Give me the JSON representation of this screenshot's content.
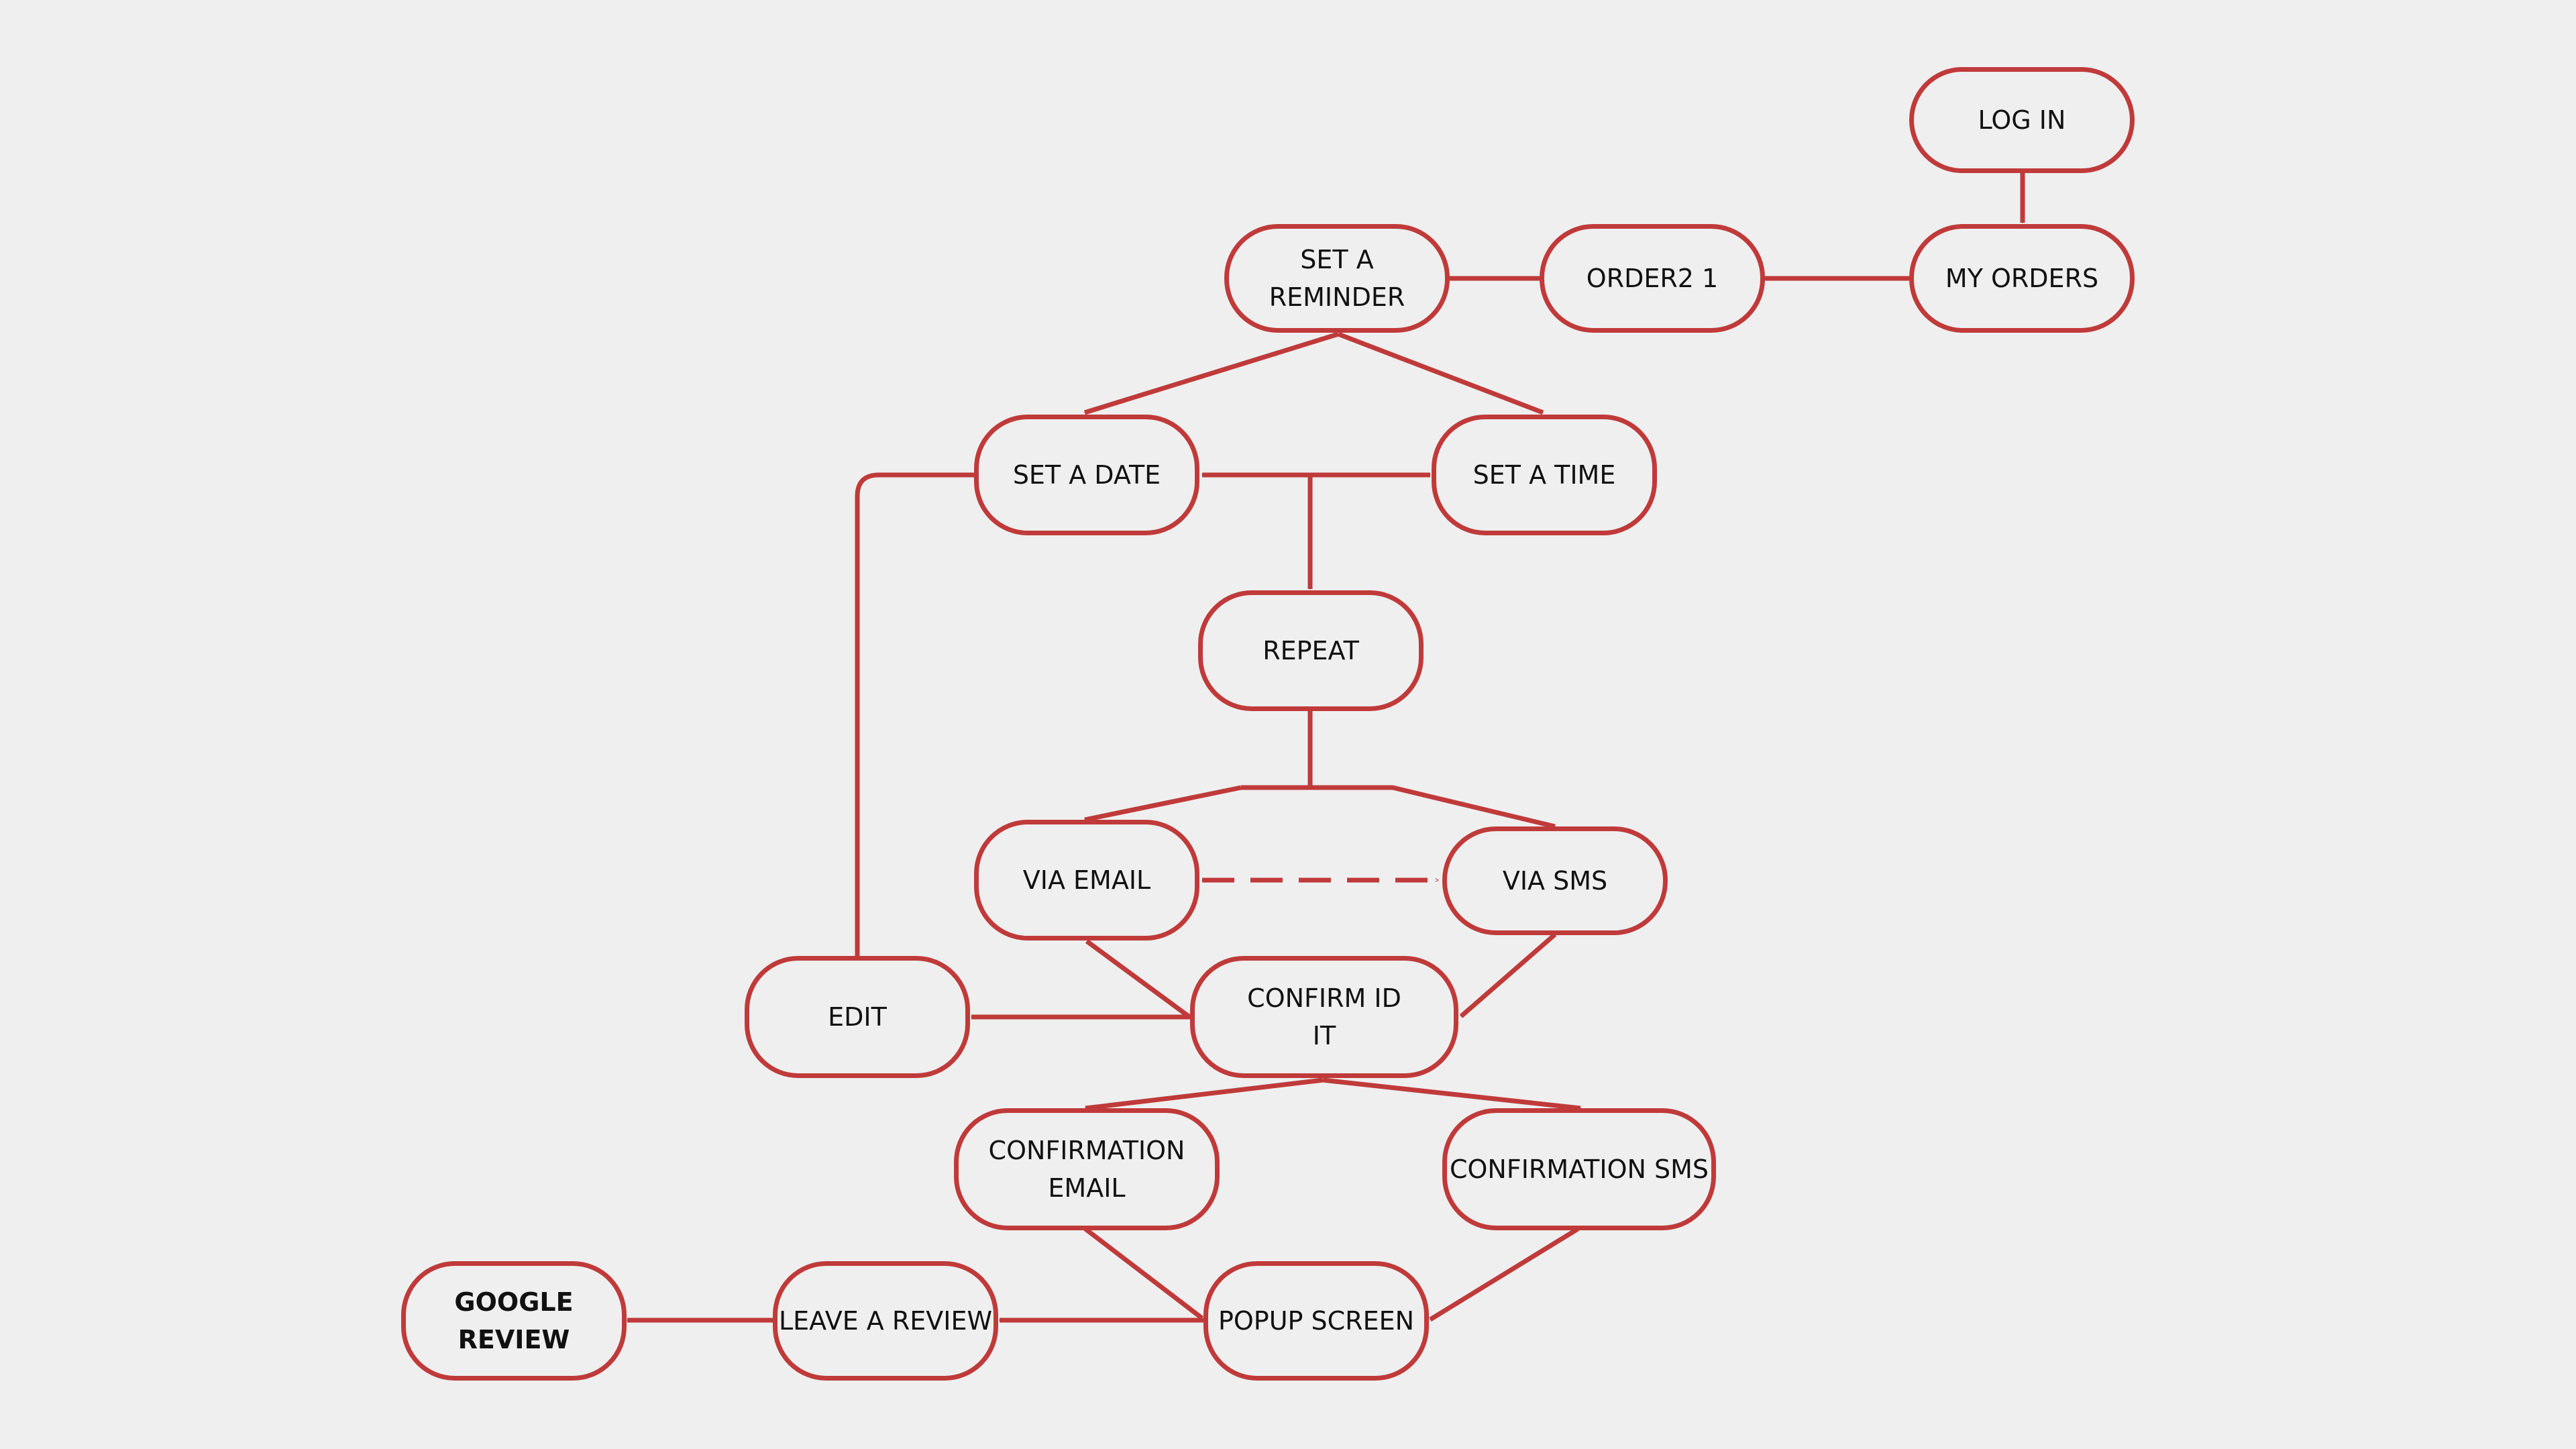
{
  "colors": {
    "background": "#efefef",
    "accent": "#c03a3a",
    "text": "#111111"
  },
  "nodes": {
    "login": "LOG IN",
    "my_orders": "MY ORDERS",
    "order": "ORDER2 1",
    "set_reminder": "SET A REMINDER",
    "set_date": "SET A DATE",
    "set_time": "SET A TIME",
    "repeat": "REPEAT",
    "via_email": "VIA EMAIL",
    "via_sms": "VIA SMS",
    "edit": "EDIT",
    "confirm_id": "CONFIRM ID IT",
    "confirmation_email": "CONFIRMATION EMAIL",
    "confirmation_sms": "CONFIRMATION SMS",
    "popup_screen": "POPUP SCREEN",
    "leave_review": "LEAVE A REVIEW",
    "google_review": "GOOGLE REVIEW"
  },
  "edges": [
    {
      "from": "LOG IN",
      "to": "MY ORDERS"
    },
    {
      "from": "MY ORDERS",
      "to": "ORDER2 1"
    },
    {
      "from": "ORDER2 1",
      "to": "SET A REMINDER"
    },
    {
      "from": "SET A REMINDER",
      "to": "SET A DATE"
    },
    {
      "from": "SET A REMINDER",
      "to": "SET A TIME"
    },
    {
      "from": "SET A DATE",
      "to": "SET A TIME",
      "bidirectional": true
    },
    {
      "from": "SET A DATE / SET A TIME",
      "to": "REPEAT"
    },
    {
      "from": "REPEAT",
      "to": "VIA EMAIL"
    },
    {
      "from": "REPEAT",
      "to": "VIA SMS"
    },
    {
      "from": "VIA EMAIL",
      "to": "VIA SMS",
      "bidirectional": true,
      "style": "dashed"
    },
    {
      "from": "VIA EMAIL",
      "to": "CONFIRM ID IT"
    },
    {
      "from": "VIA SMS",
      "to": "CONFIRM ID IT"
    },
    {
      "from": "CONFIRM ID IT",
      "to": "EDIT"
    },
    {
      "from": "EDIT",
      "to": "SET A DATE"
    },
    {
      "from": "CONFIRM ID IT",
      "to": "CONFIRMATION EMAIL"
    },
    {
      "from": "CONFIRM ID IT",
      "to": "CONFIRMATION SMS"
    },
    {
      "from": "CONFIRMATION EMAIL",
      "to": "POPUP SCREEN"
    },
    {
      "from": "CONFIRMATION SMS",
      "to": "POPUP SCREEN"
    },
    {
      "from": "POPUP SCREEN",
      "to": "LEAVE A REVIEW"
    },
    {
      "from": "LEAVE A REVIEW",
      "to": "GOOGLE REVIEW"
    }
  ]
}
